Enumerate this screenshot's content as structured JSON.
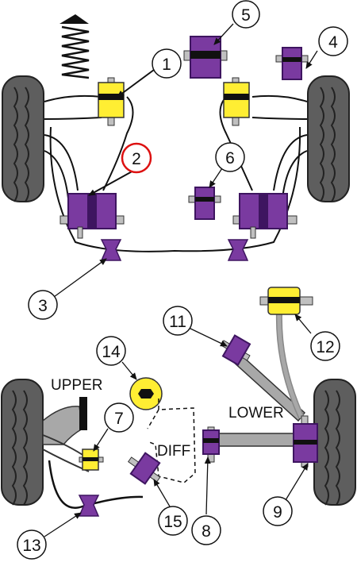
{
  "callouts": [
    {
      "num": "1"
    },
    {
      "num": "2",
      "highlight": true
    },
    {
      "num": "3"
    },
    {
      "num": "4"
    },
    {
      "num": "5"
    },
    {
      "num": "6"
    },
    {
      "num": "7"
    },
    {
      "num": "8"
    },
    {
      "num": "9"
    },
    {
      "num": "11"
    },
    {
      "num": "12"
    },
    {
      "num": "13"
    },
    {
      "num": "14"
    },
    {
      "num": "15"
    }
  ],
  "labels": {
    "upper": "UPPER",
    "lower": "LOWER",
    "diff": "DIFF"
  },
  "colors": {
    "bush_purple": "#7a3aa0",
    "bush_dark": "#3e1560",
    "bush_yellow": "#ffee33",
    "tyre": "#5e5e5e",
    "arm_grey": "#a8a8a8",
    "highlight_red": "#dd1111"
  }
}
